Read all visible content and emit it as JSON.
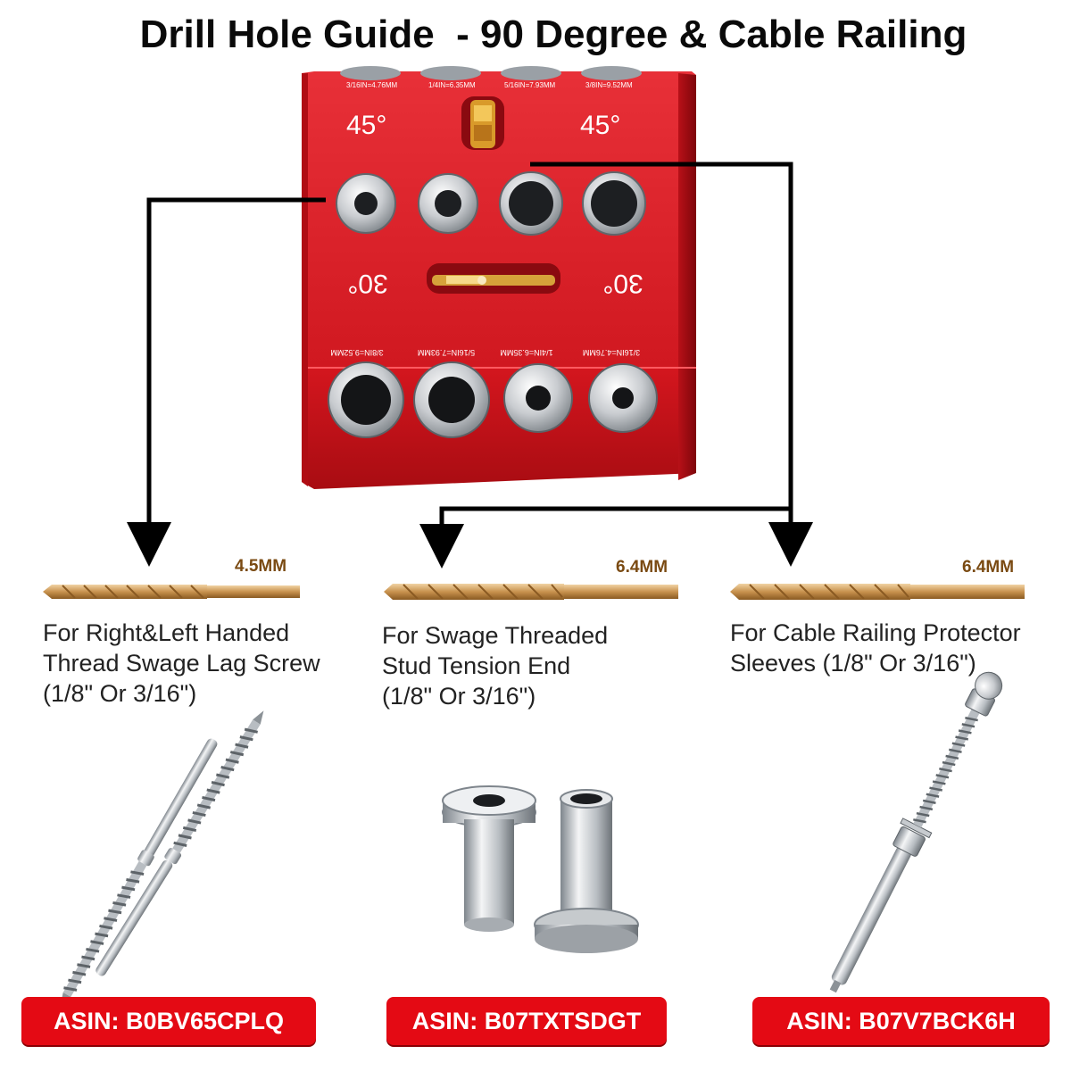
{
  "title": "Drill Hole Guide  - 90 Degree & Cable Railing",
  "jig": {
    "top_bushing_labels": [
      "3/16IN=4.76MM",
      "1/4IN=6.35MM",
      "5/16IN=7.93MM",
      "3/8IN=9.52MM"
    ],
    "angle_top_left": "45°",
    "angle_top_right": "45°",
    "angle_mid_left": "30°",
    "angle_mid_right": "30°",
    "bottom_bushing_labels": [
      "3/8IN=9.52MM",
      "5/16IN=7.93MM",
      "1/4IN=6.35MM",
      "3/16IN=4.76MM"
    ],
    "color": "#d8141c"
  },
  "columns": [
    {
      "drill_size": "4.5MM",
      "description": [
        "For Right&Left Handed",
        "Thread Swage Lag Screw",
        "(1/8\" Or 3/16\")"
      ],
      "product_icon": "lag-screw-icon",
      "asin": "ASIN: B0BV65CPLQ"
    },
    {
      "drill_size": "6.4MM",
      "description": [
        "For Swage Threaded",
        "Stud Tension End",
        "(1/8\" Or 3/16\")"
      ],
      "product_icon": "protector-sleeve-icon",
      "asin": "ASIN: B07TXTSDGT"
    },
    {
      "drill_size": "6.4MM",
      "description": [
        "For Cable Railing Protector",
        "Sleeves (1/8\" Or 3/16\")"
      ],
      "product_icon": "threaded-stud-icon",
      "asin": "ASIN: B07V7BCK6H"
    }
  ],
  "colors": {
    "asin_badge": "#e40a14",
    "arrow": "#000000",
    "drill_bit": "#c8924e"
  }
}
